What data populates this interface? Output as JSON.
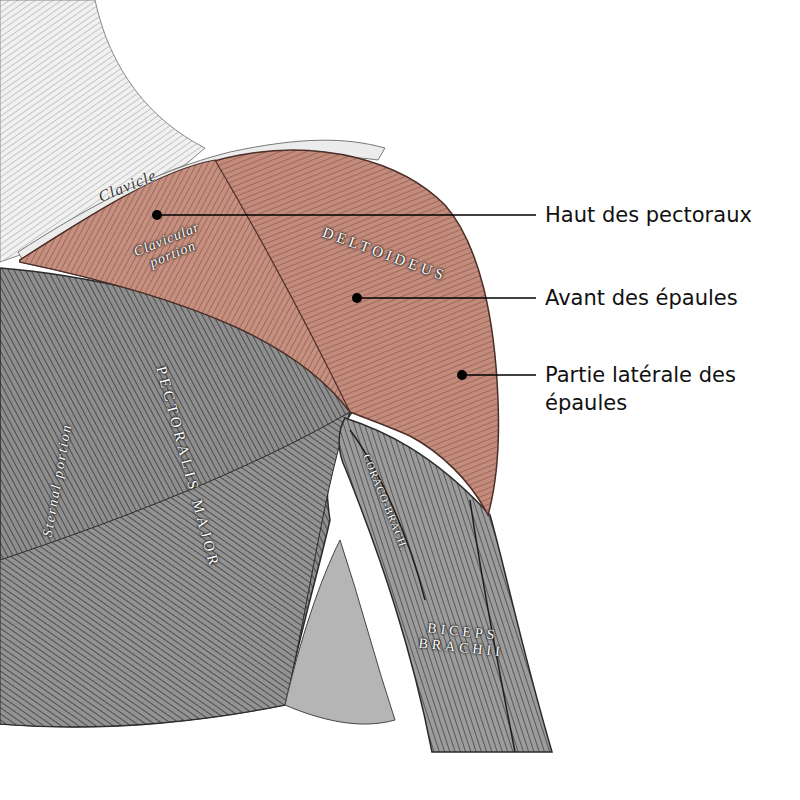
{
  "diagram": {
    "labels": [
      "Haut des pectoraux",
      "Avant des épaules",
      "Partie latérale des épaules",
      "Clavicle",
      "Clavicular portion",
      "DELTOIDEUS",
      "PECTORALIS MAJOR",
      "Sternal portion",
      "CORACO-BRACH.",
      "BICEPS BRACHII"
    ]
  }
}
